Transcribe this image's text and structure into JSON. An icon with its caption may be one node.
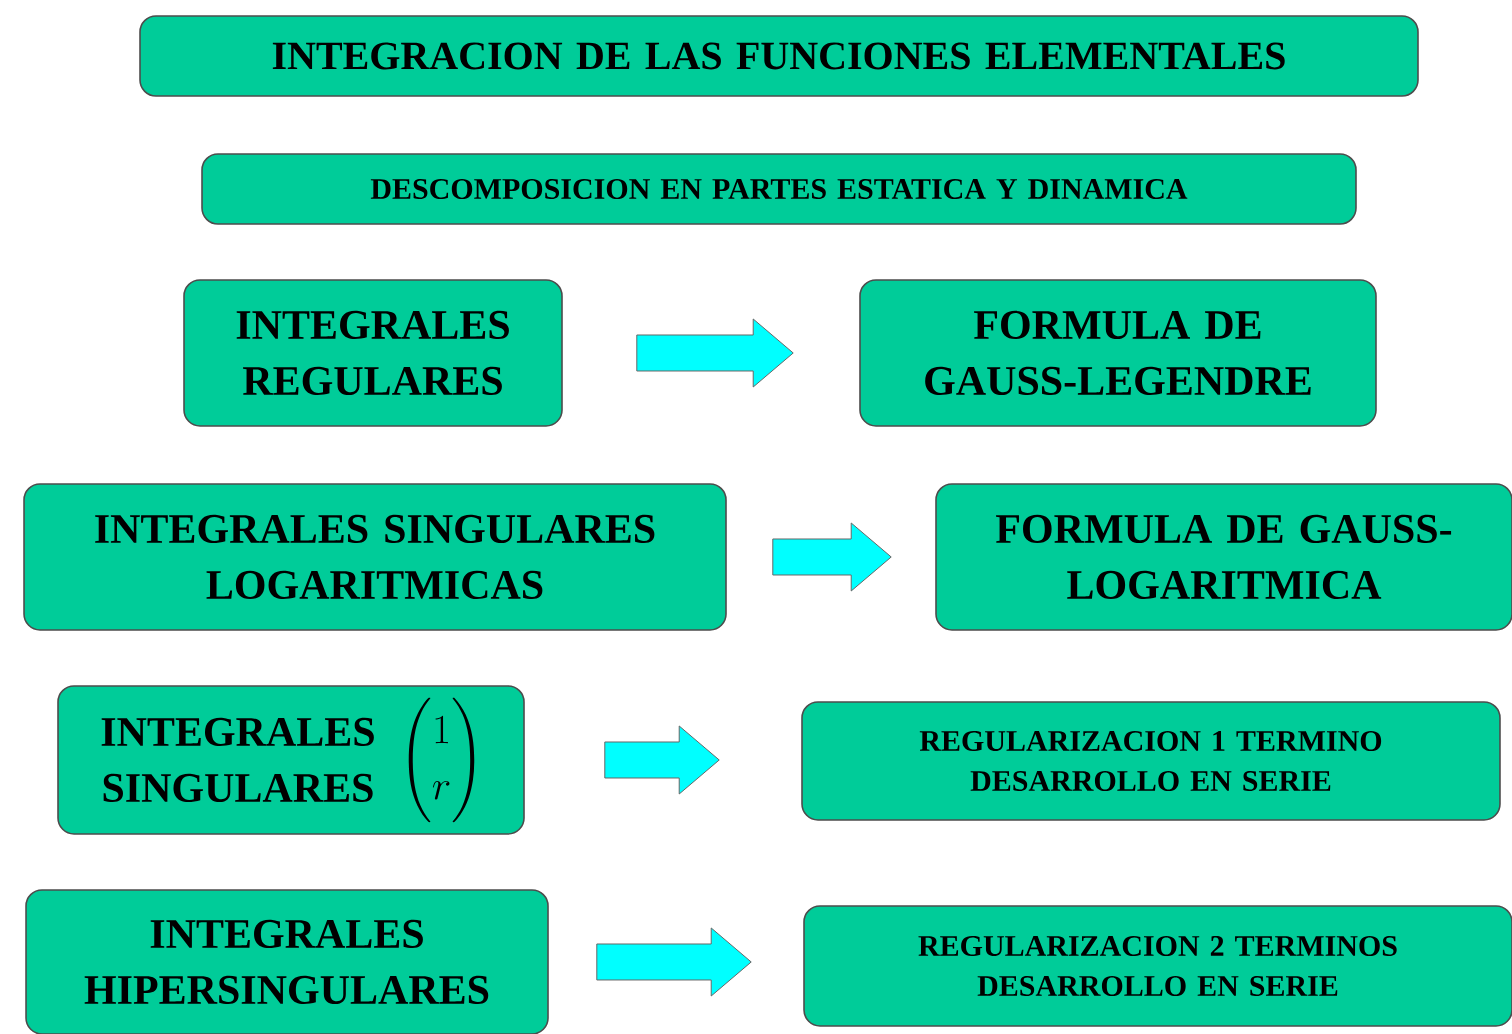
{
  "diagram": {
    "nodes": [
      {
        "text": [
          "INTEGRACION DE LAS FUNCIONES ELEMENTALES"
        ]
      },
      {
        "text": [
          "DESCOMPOSICION EN PARTES ESTATICA Y DINAMICA"
        ]
      },
      {
        "text": [
          "INTEGRALES REGULARES"
        ]
      },
      {
        "text": [
          "FORMULA DE GAUSS-LEGENDRE"
        ]
      },
      {
        "text": [
          "INTEGRALES SINGULARES LOGARITMICAS"
        ]
      },
      {
        "text": [
          "FORMULA DE GAUSS-LOGARITMICA"
        ]
      },
      {
        "text": [
          "INTEGRALES SINGULARES",
          "\\begin{pmatrix}1\\\\ r\\end{pmatrix}"
        ]
      },
      {
        "text": [
          "REGULARIZACION 1 TERMINO DESARROLLO EN SERIE"
        ]
      },
      {
        "text": [
          "INTEGRALES HIPERSINGULARES"
        ]
      },
      {
        "text": [
          "REGULARIZACION 2 TERMINOS DESARROLLO EN SERIE"
        ]
      }
    ],
    "edges": [
      {
        "from": 2,
        "to": 3,
        "arrow": "to"
      },
      {
        "from": 4,
        "to": 5,
        "arrow": "to"
      },
      {
        "from": 6,
        "to": 7,
        "arrow": "to"
      },
      {
        "from": 8,
        "to": 9,
        "arrow": "to"
      }
    ]
  }
}
